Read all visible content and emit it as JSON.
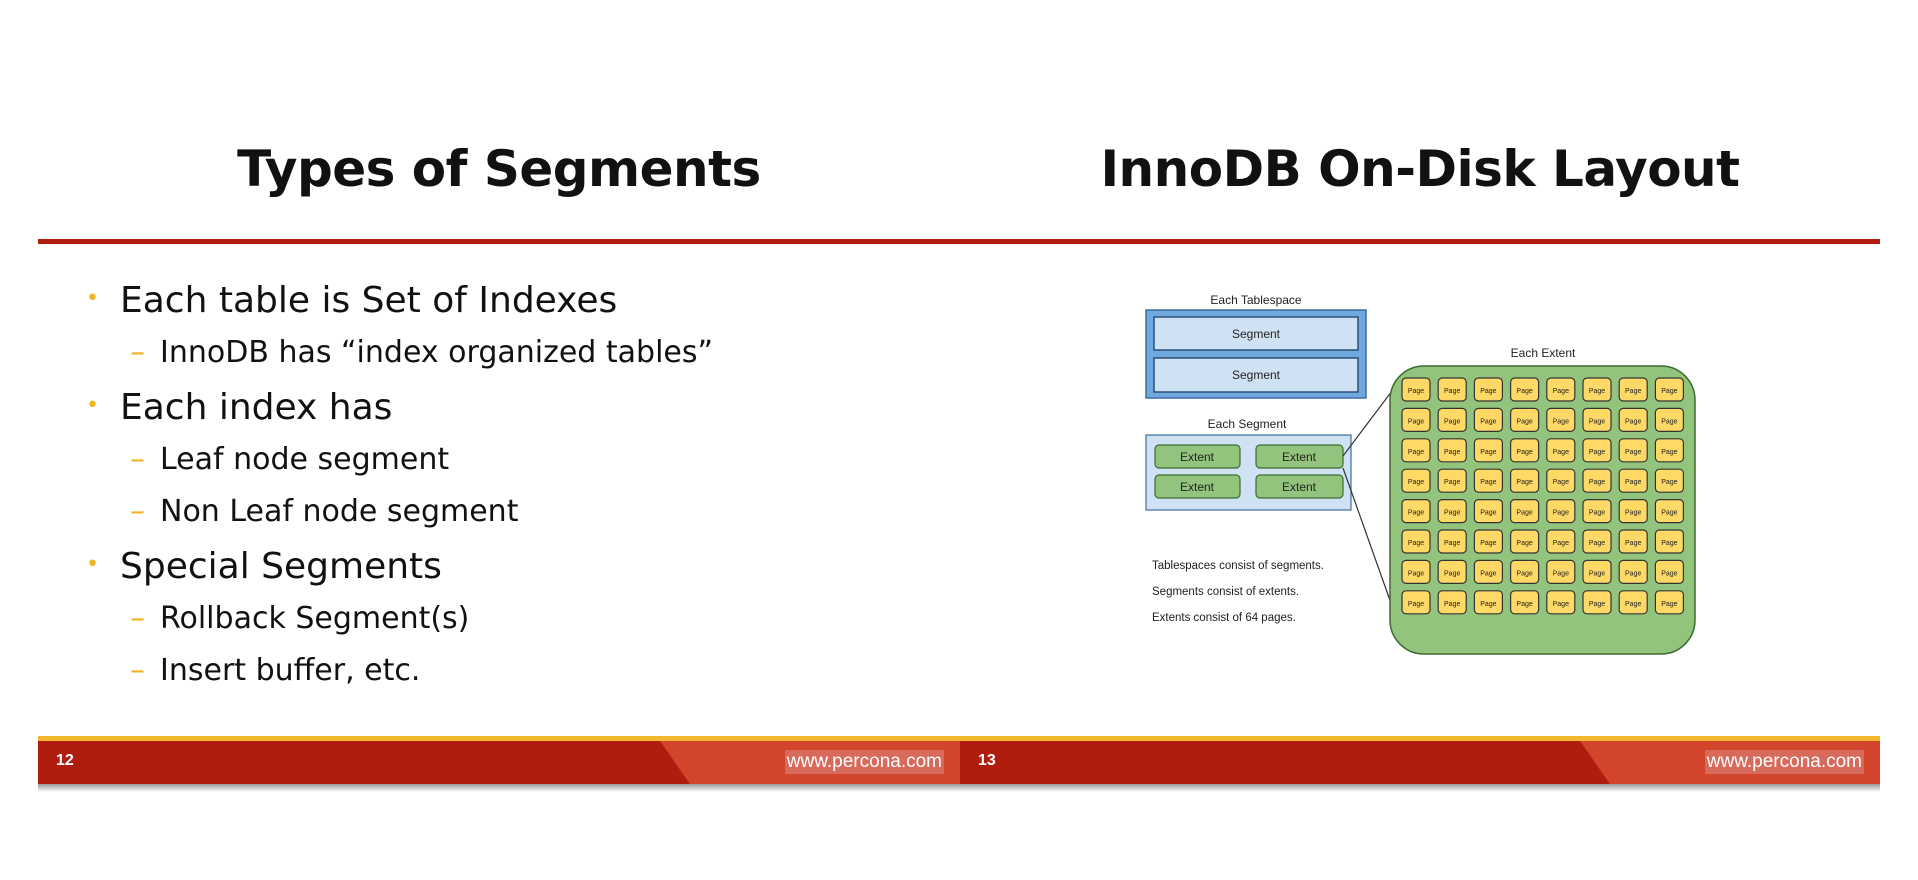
{
  "left_slide": {
    "title": "Types of Segments",
    "bullets": [
      {
        "level": 1,
        "text": "Each table is Set of Indexes"
      },
      {
        "level": 2,
        "text": "InnoDB has “index organized tables”"
      },
      {
        "level": 1,
        "text": "Each index has"
      },
      {
        "level": 2,
        "text": "Leaf node segment"
      },
      {
        "level": 2,
        "text": "Non Leaf node segment"
      },
      {
        "level": 1,
        "text": "Special Segments"
      },
      {
        "level": 2,
        "text": "Rollback Segment(s)"
      },
      {
        "level": 2,
        "text": "Insert buffer, etc."
      }
    ],
    "page_number": "12",
    "url": "www.percona.com"
  },
  "right_slide": {
    "title": "InnoDB On-Disk Layout",
    "page_number": "13",
    "url": "www.percona.com",
    "diagram": {
      "tablespace_label": "Each Tablespace",
      "segments": [
        "Segment",
        "Segment"
      ],
      "segment_label": "Each Segment",
      "extents": [
        "Extent",
        "Extent",
        "Extent",
        "Extent"
      ],
      "extent_label": "Each Extent",
      "page_label": "Page",
      "page_grid": {
        "rows": 8,
        "cols": 8
      },
      "notes": [
        "Tablespaces consist of segments.",
        "Segments consist of extents.",
        "Extents consist of 64 pages."
      ]
    }
  },
  "colors": {
    "accent_red": "#b01c0e",
    "bullet_yellow": "#f0b323",
    "tablespace_blue": "#6fa8dc",
    "segment_light_blue": "#cfe2f3",
    "extent_green": "#93c47d",
    "page_yellow": "#ffd966"
  }
}
